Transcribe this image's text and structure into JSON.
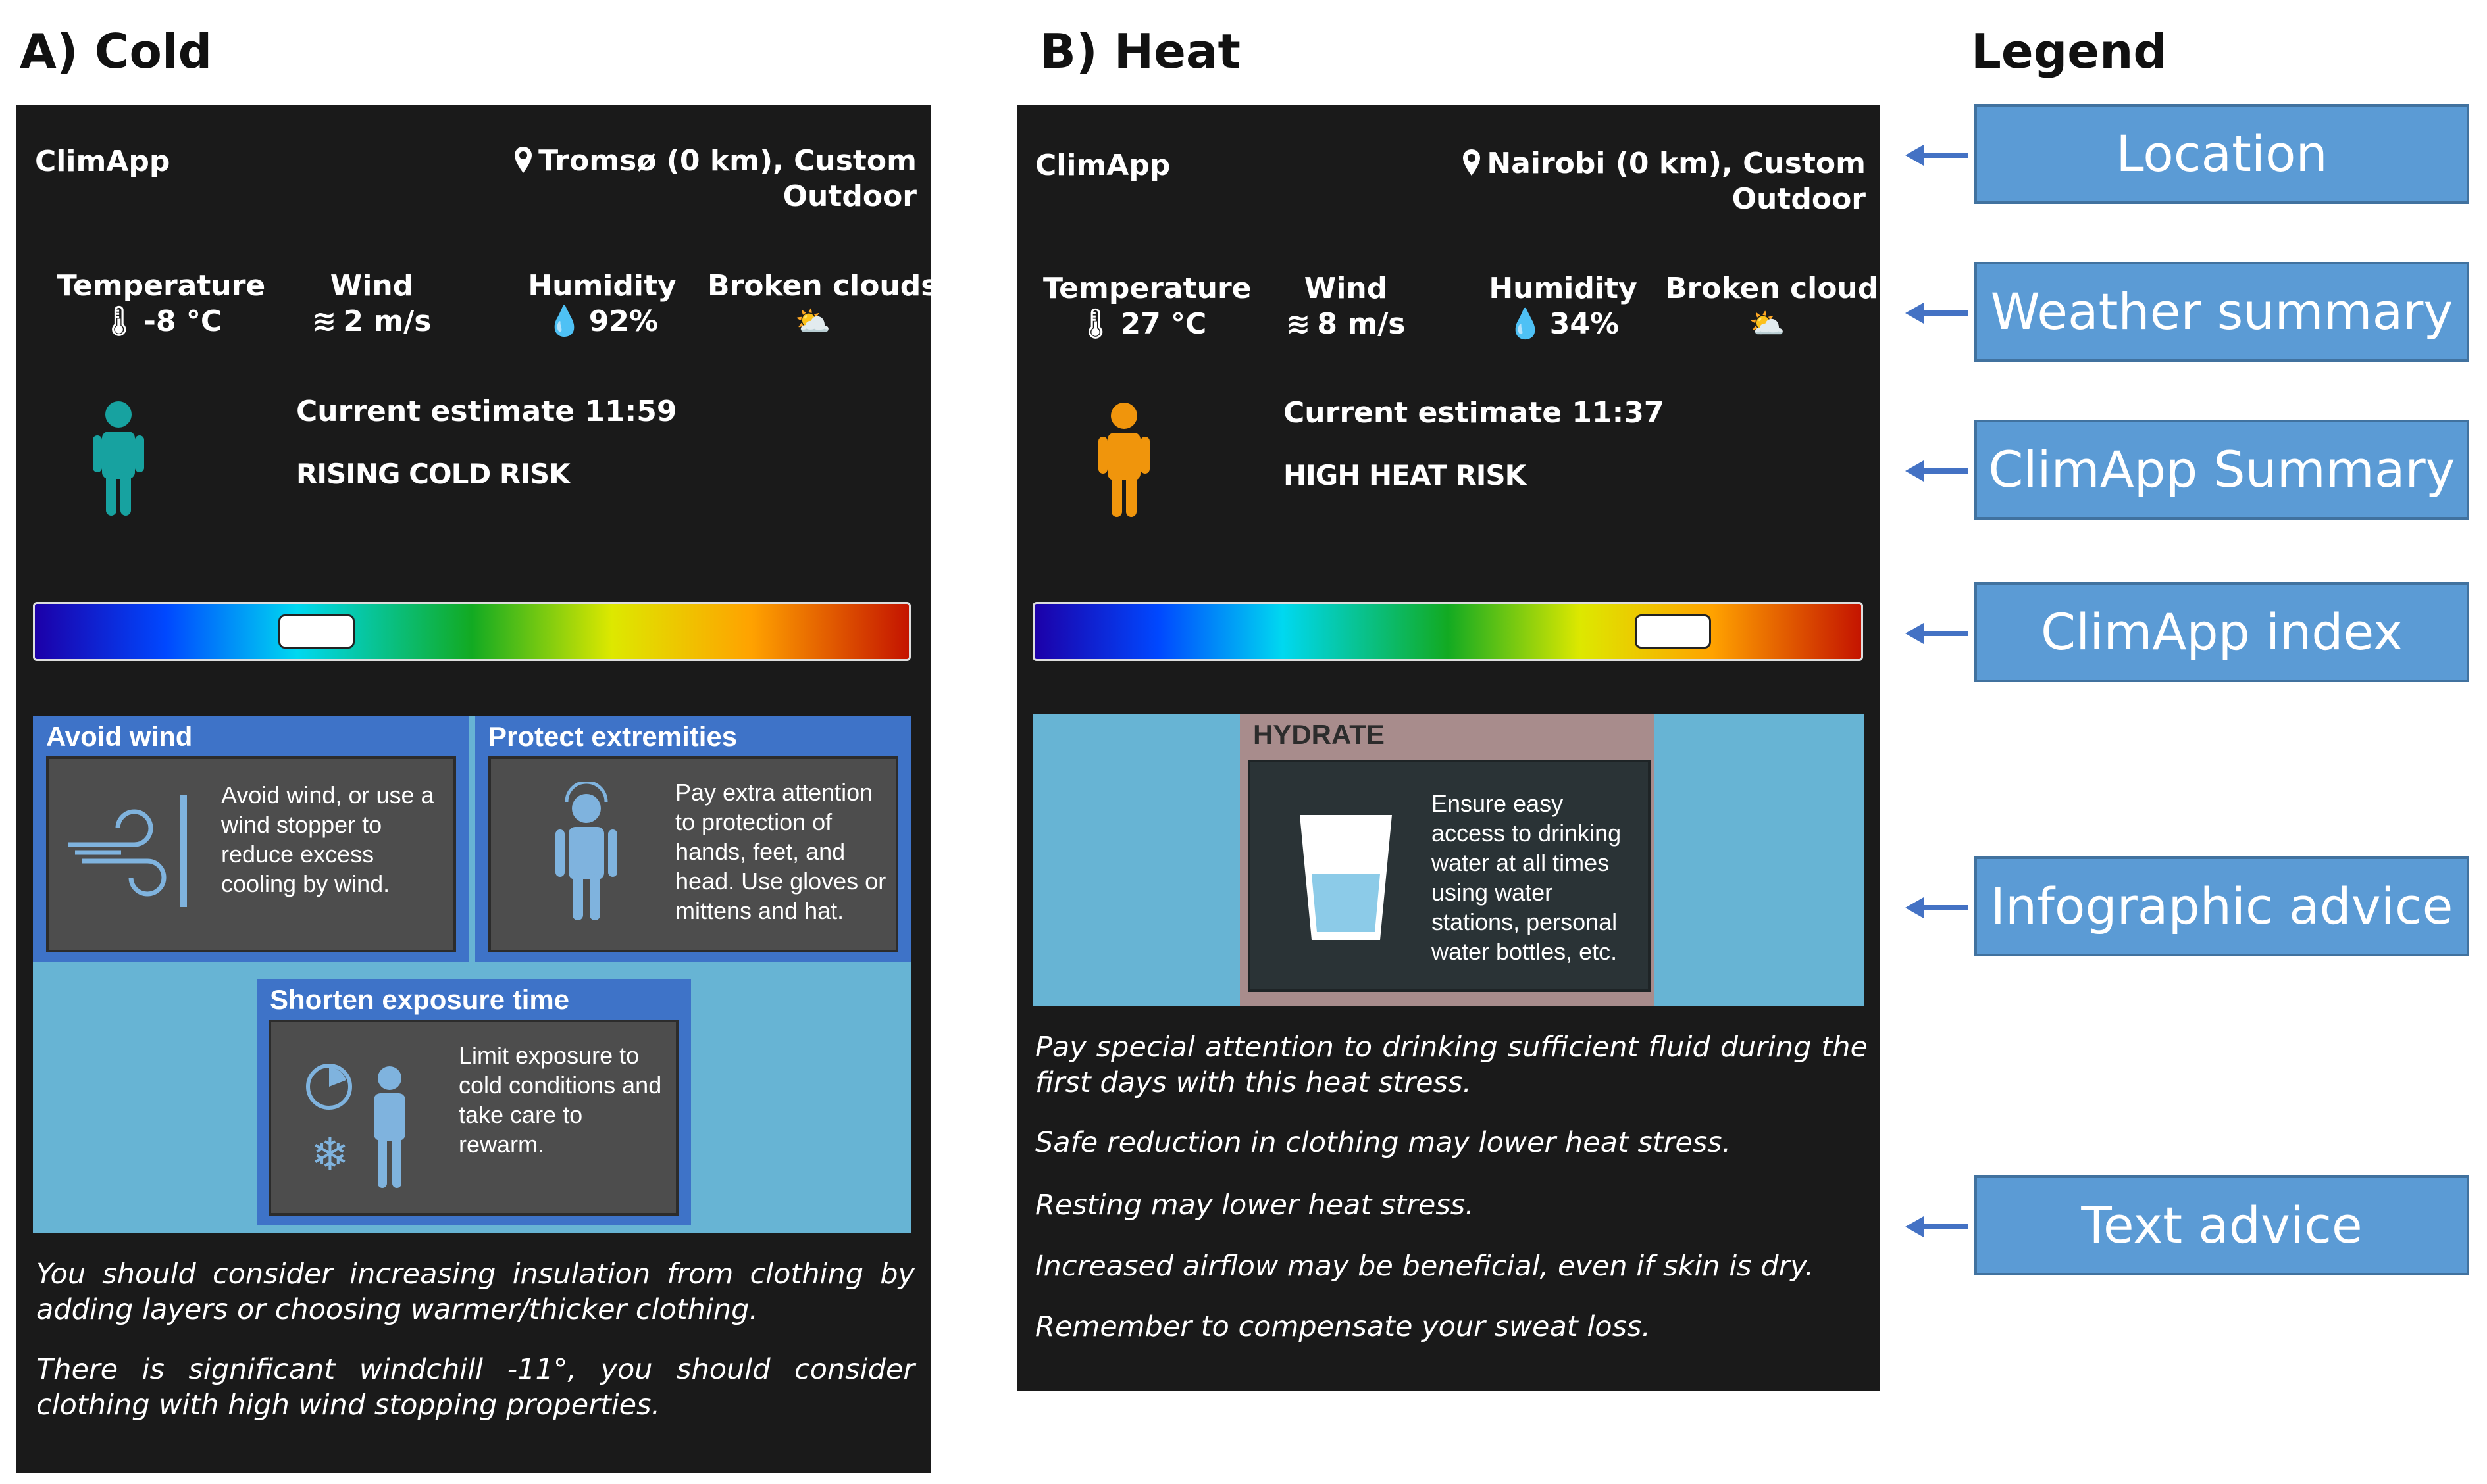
{
  "panels": {
    "cold": {
      "heading": "A) Cold",
      "app_name": "ClimApp",
      "location_line1": "Tromsø (0 km), Custom",
      "location_line2": "Outdoor",
      "weather": {
        "temperature_label": "Temperature",
        "temperature_value": "-8 °C",
        "wind_label": "Wind",
        "wind_value": "2 m/s",
        "humidity_label": "Humidity",
        "humidity_value": "92%",
        "clouds_label": "Broken clouds"
      },
      "estimate": "Current estimate 11:59",
      "risk": "RISING COLD RISK",
      "person_color": "#17a2a0",
      "index_position": 0.32,
      "cards": [
        {
          "title": "Avoid wind",
          "text": "Avoid wind, or use a wind stopper to reduce excess cooling by wind."
        },
        {
          "title": "Protect extremities",
          "text": "Pay extra attention to protection of hands, feet, and head.  Use gloves or mittens and hat."
        },
        {
          "title": "Shorten exposure time",
          "text": "Limit exposure to cold conditions and take care to rewarm."
        }
      ],
      "advice": [
        "You should consider increasing insulation from clothing by adding layers or choosing warmer/thicker clothing.",
        "There is significant windchill -11°, you should consider clothing with high wind stopping properties."
      ]
    },
    "heat": {
      "heading": "B) Heat",
      "app_name": "ClimApp",
      "location_line1": "Nairobi (0 km), Custom",
      "location_line2": "Outdoor",
      "weather": {
        "temperature_label": "Temperature",
        "temperature_value": "27 °C",
        "wind_label": "Wind",
        "wind_value": "8 m/s",
        "humidity_label": "Humidity",
        "humidity_value": "34%",
        "clouds_label": "Broken clouds"
      },
      "estimate": "Current estimate 11:37",
      "risk": "HIGH HEAT RISK",
      "person_color": "#f0950c",
      "index_position": 0.77,
      "card": {
        "title": "HYDRATE",
        "text": "Ensure easy access to drinking water at all times using water stations, personal water bottles, etc."
      },
      "advice": [
        "Pay special attention to drinking sufficient fluid during the first days with this heat stress.",
        "Safe reduction in clothing may lower heat stress.",
        "Resting may lower heat stress.",
        "Increased airflow may be beneficial, even if skin is dry.",
        "Remember to compensate your sweat loss."
      ]
    }
  },
  "legend": {
    "heading": "Legend",
    "items": [
      "Location",
      "Weather summary",
      "ClimApp Summary",
      "ClimApp index",
      "Infographic advice",
      "Text advice"
    ]
  },
  "colors": {
    "app_background": "#1a1a1a",
    "legend_box": "#5b9bd5",
    "arrow": "#4472c4",
    "info_panel": "#67b4d4",
    "card_header": "#3e73c8"
  }
}
